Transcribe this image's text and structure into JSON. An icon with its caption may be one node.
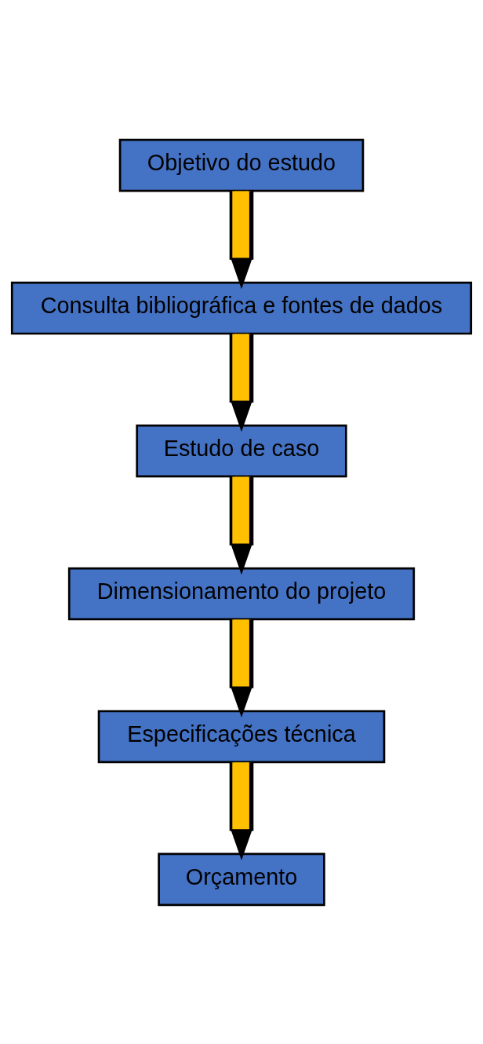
{
  "diagram": {
    "nodes": [
      {
        "text": [
          "Objetivo do estudo"
        ]
      },
      {
        "text": [
          "Consulta bibliográfica e fontes de dados"
        ]
      },
      {
        "text": [
          "Estudo de caso"
        ]
      },
      {
        "text": [
          "Dimensionamento do projeto"
        ]
      },
      {
        "text": [
          "Especificações técnica"
        ]
      },
      {
        "text": [
          "Orçamento"
        ]
      }
    ],
    "edges": [
      {
        "from": 0,
        "to": 1,
        "arrow": "to"
      },
      {
        "from": 1,
        "to": 2,
        "arrow": "to"
      },
      {
        "from": 2,
        "to": 3,
        "arrow": "to"
      },
      {
        "from": 3,
        "to": 4,
        "arrow": "to"
      },
      {
        "from": 4,
        "to": 5,
        "arrow": "to"
      }
    ]
  }
}
